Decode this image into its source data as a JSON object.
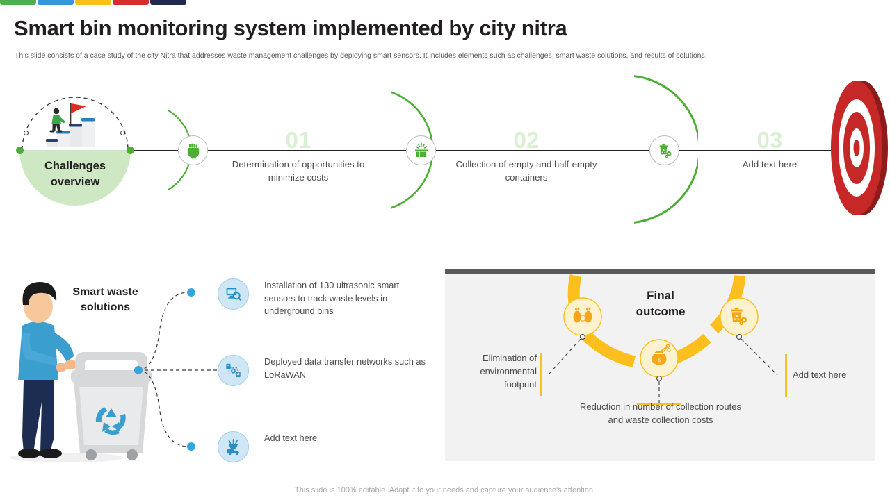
{
  "topbar_colors": [
    "#4caf50",
    "#3498db",
    "#fcc016",
    "#d32f2f",
    "#1f2a4d"
  ],
  "header": {
    "title": "Smart bin monitoring system implemented by city nitra",
    "subtitle": "This slide consists of a case study of the city Nitra that addresses waste management challenges by deploying smart sensors. It includes elements such as challenges, smart waste solutions, and results of solutions."
  },
  "timeline": {
    "challenges_label_line1": "Challenges",
    "challenges_label_line2": "overview",
    "steps": [
      {
        "number": "01",
        "text": "Determination of opportunities to minimize costs",
        "icon": "raised-fist-icon"
      },
      {
        "number": "02",
        "text": "Collection of empty and half-empty containers",
        "icon": "open-box-icon"
      },
      {
        "number": "03",
        "text": "Add text here",
        "icon": "waste-bin-gear-icon"
      }
    ],
    "target_icon": "dartboard-target-icon",
    "arrow_icon": "arrow-head-icon"
  },
  "smart_waste": {
    "title_line1": "Smart waste",
    "title_line2": "solutions",
    "illustration": "person-with-recycling-bin-illustration",
    "items": [
      {
        "text": "Installation of 130 ultrasonic smart sensors to track waste levels in underground bins",
        "icon": "monitor-search-icon"
      },
      {
        "text": "Deployed data transfer networks such as LoRaWAN",
        "icon": "network-transfer-icon"
      },
      {
        "text": "Add text here",
        "icon": "waste-truck-icon"
      }
    ]
  },
  "final_outcome": {
    "title_line1": "Final",
    "title_line2": "outcome",
    "nodes": [
      {
        "label": "Elimination of environmental footprint",
        "icon": "footprints-icon"
      },
      {
        "label": "Reduction in number of collection routes and waste collection costs",
        "icon": "money-bag-scissors-icon"
      },
      {
        "label": "Add text here",
        "icon": "bin-recycle-gear-icon"
      }
    ]
  },
  "footer": {
    "note": "This slide is 100% editable. Adapt it to your needs and capture your audience's attention."
  },
  "colors": {
    "green": "#4caf33",
    "green_pale": "#cfe8c4",
    "green_number": "#daf0d2",
    "blue": "#2a8fc4",
    "blue_pale": "#cfe7f5",
    "yellow": "#fcbf1e",
    "yellow_pale": "#fdf2cf",
    "red": "#c62828",
    "dark": "#231f20",
    "gray_panel": "#f2f2f2",
    "gray_bar": "#58595b"
  }
}
